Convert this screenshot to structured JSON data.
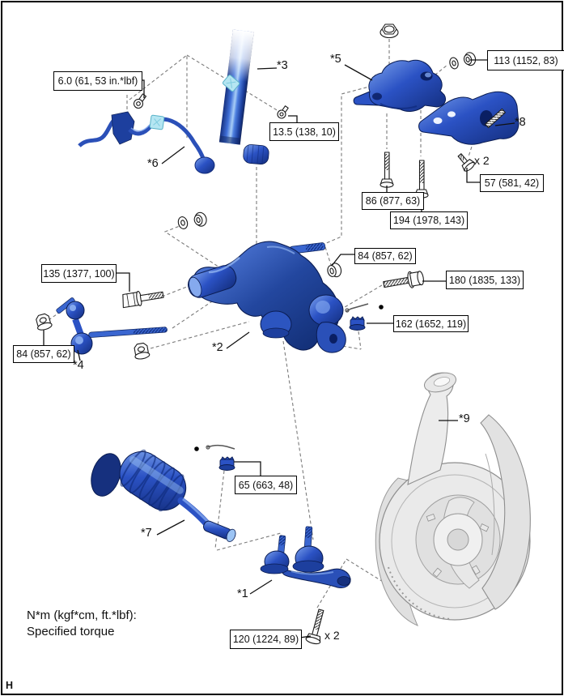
{
  "diagram": {
    "footer_letter": "H",
    "legend": {
      "line1": "N*m (kgf*cm, ft.*lbf):",
      "line2": "Specified torque"
    },
    "torque_labels": [
      {
        "text": "6.0 (61, 53 in.*lbf)"
      },
      {
        "text": "13.5 (138, 10)"
      },
      {
        "text": "113 (1152, 83)"
      },
      {
        "text": "57 (581, 42)"
      },
      {
        "text": "86 (877, 63)"
      },
      {
        "text": "194 (1978, 143)"
      },
      {
        "text": "135 (1377, 100)"
      },
      {
        "text": "84 (857, 62)"
      },
      {
        "text": "84 (857, 62)"
      },
      {
        "text": "180 (1835, 133)"
      },
      {
        "text": "162 (1652, 119)"
      },
      {
        "text": "65 (663, 48)"
      },
      {
        "text": "120 (1224, 89)"
      }
    ],
    "part_callouts": [
      {
        "text": "*1",
        "drawing": "ball-joint-drawing"
      },
      {
        "text": "*2",
        "drawing": "lower-arm-drawing"
      },
      {
        "text": "*3",
        "drawing": "shock-absorber-drawing"
      },
      {
        "text": "*4",
        "drawing": "stabilizer-link-drawing"
      },
      {
        "text": "*5",
        "drawing": "bushing-bracket-drawing"
      },
      {
        "text": "*6",
        "drawing": "sensor-wire-drawing"
      },
      {
        "text": "*7",
        "drawing": "tie-rod-drawing"
      },
      {
        "text": "*8",
        "drawing": "stabilizer-bracket-drawing"
      },
      {
        "text": "*9",
        "drawing": "knuckle-hub-drawing"
      }
    ],
    "quantity_notes": [
      {
        "text": "x 2"
      },
      {
        "text": "x 2"
      }
    ],
    "colors": {
      "part_blue": "#2b52c4",
      "part_blue_dark": "#132d7c",
      "part_blue_light": "#9cc4f4",
      "clip_cyan": "#b5e6f2",
      "ghost_gray": "#e8e8e8",
      "guide_line_gray": "#7b7b7b"
    }
  }
}
